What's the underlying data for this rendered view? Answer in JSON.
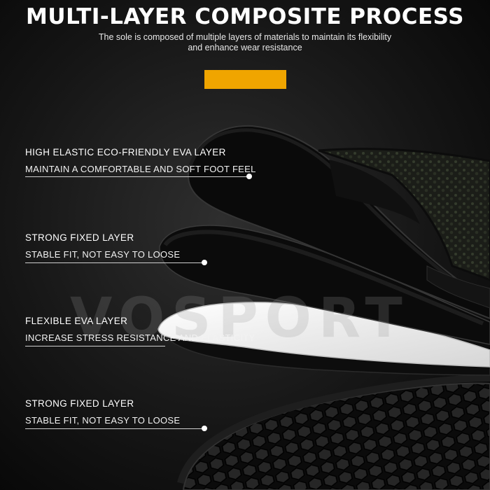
{
  "header": {
    "title": "MULTI-LAYER COMPOSITE PROCESS",
    "subtitle_line1": "The sole is composed of multiple layers of materials to maintain its flexibility",
    "subtitle_line2": "and enhance wear resistance"
  },
  "watermark": "VOSPORT",
  "colors": {
    "accent": "#f0a500",
    "layer_dark": "#0c0c0c",
    "layer_white": "#f2f2f2",
    "strap_pattern": "#3c4534"
  },
  "layers": [
    {
      "name": "HIGH ELASTIC ECO-FRIENDLY EVA LAYER",
      "description": "MAINTAIN A COMFORTABLE AND SOFT FOOT FEEL"
    },
    {
      "name": "STRONG FIXED LAYER",
      "description": "STABLE FIT, NOT EASY TO LOOSE"
    },
    {
      "name": "FLEXIBLE EVA LAYER",
      "description": "INCREASE STRESS RESISTANCE AND ELASTICITY"
    },
    {
      "name": "STRONG FIXED LAYER",
      "description": "STABLE FIT, NOT EASY TO LOOSE"
    }
  ]
}
